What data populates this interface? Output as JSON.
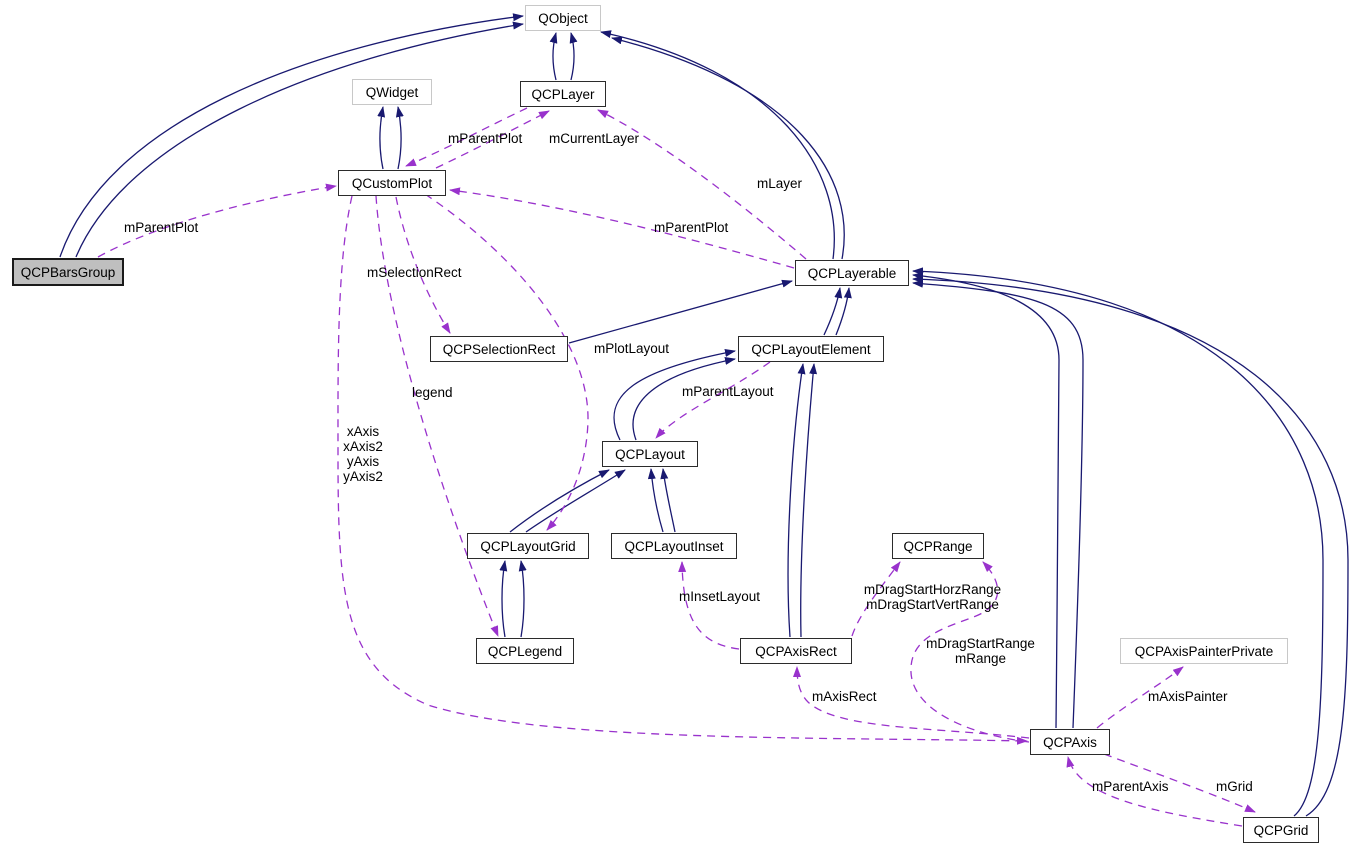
{
  "diagram": {
    "nodes": {
      "qobject": "QObject",
      "qwidget": "QWidget",
      "qcplayer": "QCPLayer",
      "qcustomplot": "QCustomPlot",
      "qcpbarsgroup": "QCPBarsGroup",
      "qcplayerable": "QCPLayerable",
      "qcpselectionrect": "QCPSelectionRect",
      "qcplayoutelement": "QCPLayoutElement",
      "qcplayout": "QCPLayout",
      "qcplayoutgrid": "QCPLayoutGrid",
      "qcplayoutinset": "QCPLayoutInset",
      "qcprange": "QCPRange",
      "qcplegend": "QCPLegend",
      "qcpaxisrect": "QCPAxisRect",
      "qcpaxispainterprivate": "QCPAxisPainterPrivate",
      "qcpaxis": "QCPAxis",
      "qcpgrid": "QCPGrid"
    },
    "edge_labels": {
      "barsgroup_mparentplot": "mParentPlot",
      "layer_mparentplot": "mParentPlot",
      "mcurrentlayer": "mCurrentLayer",
      "mlayer": "mLayer",
      "layerable_mparentplot": "mParentPlot",
      "mselectionrect": "mSelectionRect",
      "mplotlayout": "mPlotLayout",
      "legend": "legend",
      "mparentlayout": "mParentLayout",
      "axes": "xAxis\nxAxis2\nyAxis\nyAxis2",
      "mdragstart_hv": "mDragStartHorzRange\nmDragStartVertRange",
      "minsetlayout": "mInsetLayout",
      "mdragstartrange": "mDragStartRange\nmRange",
      "maxisrect": "mAxisRect",
      "maxispainter": "mAxisPainter",
      "mparentaxis": "mParentAxis",
      "mgrid": "mGrid"
    },
    "colors": {
      "inheritance_edge": "#191970",
      "usage_edge": "#9932cc",
      "highlight_node_fill": "#bfbfbf",
      "external_node_border": "#c8c8c8"
    }
  }
}
